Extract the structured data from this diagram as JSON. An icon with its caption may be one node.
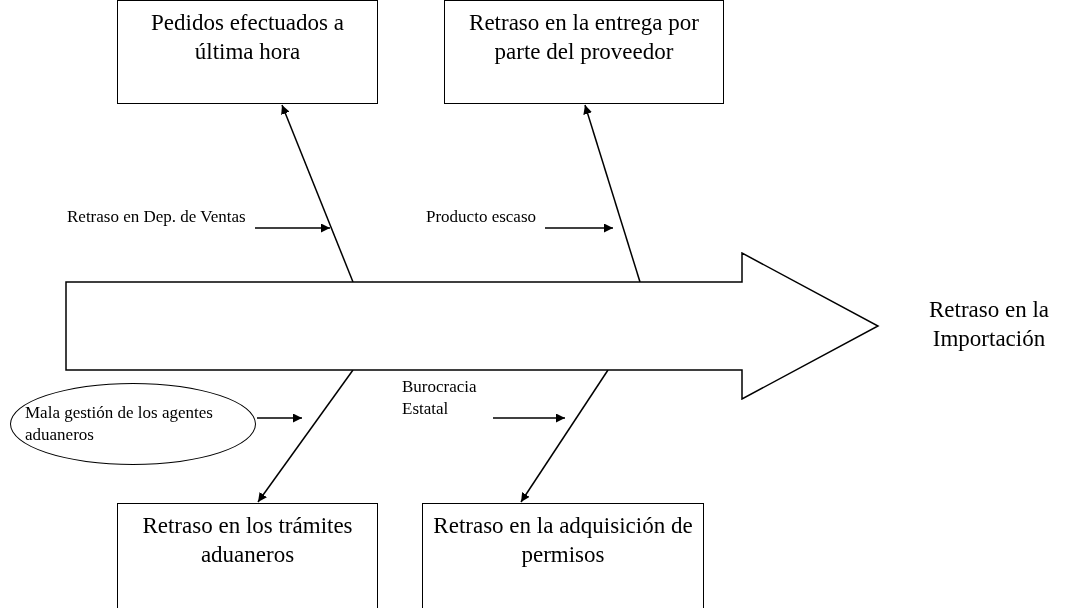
{
  "diagram": {
    "nodes": [
      {
        "text": [
          "Pedidos efectuados a última hora"
        ]
      },
      {
        "text": [
          "Retraso en la entrega por parte del proveedor"
        ]
      },
      {
        "text": [
          "Retraso en Dep. de Ventas"
        ]
      },
      {
        "text": [
          "Producto escaso"
        ]
      },
      {
        "text": [
          "Retraso en la Importación"
        ]
      },
      {
        "text": [
          "Mala gestión de los agentes aduaneros"
        ]
      },
      {
        "text": [
          "Burocracia Estatal"
        ]
      },
      {
        "text": [
          "Retraso en los trámites aduaneros"
        ]
      },
      {
        "text": [
          "Retraso en la adquisición de permisos"
        ]
      }
    ],
    "edges": [
      {
        "from": 4,
        "to": 0,
        "arrow": "to"
      },
      {
        "from": 4,
        "to": 1,
        "arrow": "to"
      },
      {
        "from": 2,
        "to": null,
        "arrow": "to"
      },
      {
        "from": 3,
        "to": null,
        "arrow": "to"
      },
      {
        "from": 5,
        "to": null,
        "arrow": "to"
      },
      {
        "from": 6,
        "to": null,
        "arrow": "to"
      },
      {
        "from": 4,
        "to": 7,
        "arrow": "to"
      },
      {
        "from": 4,
        "to": 8,
        "arrow": "to"
      }
    ]
  }
}
